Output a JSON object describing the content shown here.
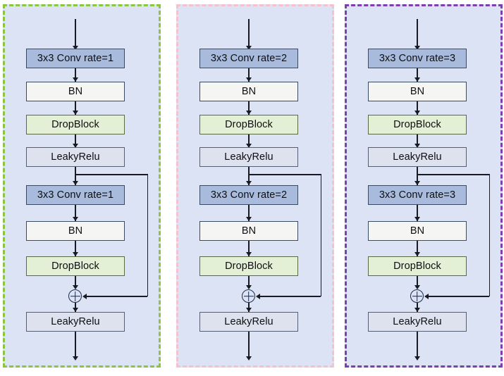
{
  "figure": {
    "type": "diagram",
    "description": "Three parallel dilated residual blocks with DropBlock regularization",
    "panels": [
      {
        "id": "branch-rate-1",
        "border_color": "#8cc63e",
        "border_style": "dashed",
        "background": "#dbe3f4",
        "nodes": [
          {
            "label": "3x3 Conv rate=1",
            "kind": "conv",
            "fill": "#a8bbdd"
          },
          {
            "label": "BN",
            "kind": "bn",
            "fill": "#f5f6f4"
          },
          {
            "label": "DropBlock",
            "kind": "drop",
            "fill": "#e4f0d5"
          },
          {
            "label": "LeakyRelu",
            "kind": "relu",
            "fill": "#dde2ee"
          },
          {
            "label": "3x3 Conv rate=1",
            "kind": "conv",
            "fill": "#a8bbdd"
          },
          {
            "label": "BN",
            "kind": "bn",
            "fill": "#f5f6f4"
          },
          {
            "label": "DropBlock",
            "kind": "drop",
            "fill": "#e4f0d5"
          },
          {
            "label": "LeakyRelu",
            "kind": "relu",
            "fill": "#dde2ee"
          }
        ],
        "skip_connection": {
          "operator": "+",
          "from": "after-first-leakyrelu",
          "to": "after-second-dropblock"
        }
      },
      {
        "id": "branch-rate-2",
        "border_color": "#f4c2cc",
        "border_style": "dashed",
        "background": "#dbe3f4",
        "nodes": [
          {
            "label": "3x3 Conv rate=2",
            "kind": "conv",
            "fill": "#a8bbdd"
          },
          {
            "label": "BN",
            "kind": "bn",
            "fill": "#f5f6f4"
          },
          {
            "label": "DropBlock",
            "kind": "drop",
            "fill": "#e4f0d5"
          },
          {
            "label": "LeakyRelu",
            "kind": "relu",
            "fill": "#dde2ee"
          },
          {
            "label": "3x3 Conv rate=2",
            "kind": "conv",
            "fill": "#a8bbdd"
          },
          {
            "label": "BN",
            "kind": "bn",
            "fill": "#f5f6f4"
          },
          {
            "label": "DropBlock",
            "kind": "drop",
            "fill": "#e4f0d5"
          },
          {
            "label": "LeakyRelu",
            "kind": "relu",
            "fill": "#dde2ee"
          }
        ],
        "skip_connection": {
          "operator": "+",
          "from": "after-first-leakyrelu",
          "to": "after-second-dropblock"
        }
      },
      {
        "id": "branch-rate-3",
        "border_color": "#7d3fad",
        "border_style": "dashed",
        "background": "#dbe3f4",
        "nodes": [
          {
            "label": "3x3 Conv rate=3",
            "kind": "conv",
            "fill": "#a8bbdd"
          },
          {
            "label": "BN",
            "kind": "bn",
            "fill": "#f5f6f4"
          },
          {
            "label": "DropBlock",
            "kind": "drop",
            "fill": "#e4f0d5"
          },
          {
            "label": "LeakyRelu",
            "kind": "relu",
            "fill": "#dde2ee"
          },
          {
            "label": "3x3 Conv rate=3",
            "kind": "conv",
            "fill": "#a8bbdd"
          },
          {
            "label": "BN",
            "kind": "bn",
            "fill": "#f5f6f4"
          },
          {
            "label": "DropBlock",
            "kind": "drop",
            "fill": "#e4f0d5"
          },
          {
            "label": "LeakyRelu",
            "kind": "relu",
            "fill": "#dde2ee"
          }
        ],
        "skip_connection": {
          "operator": "+",
          "from": "after-first-leakyrelu",
          "to": "after-second-dropblock"
        }
      }
    ]
  }
}
